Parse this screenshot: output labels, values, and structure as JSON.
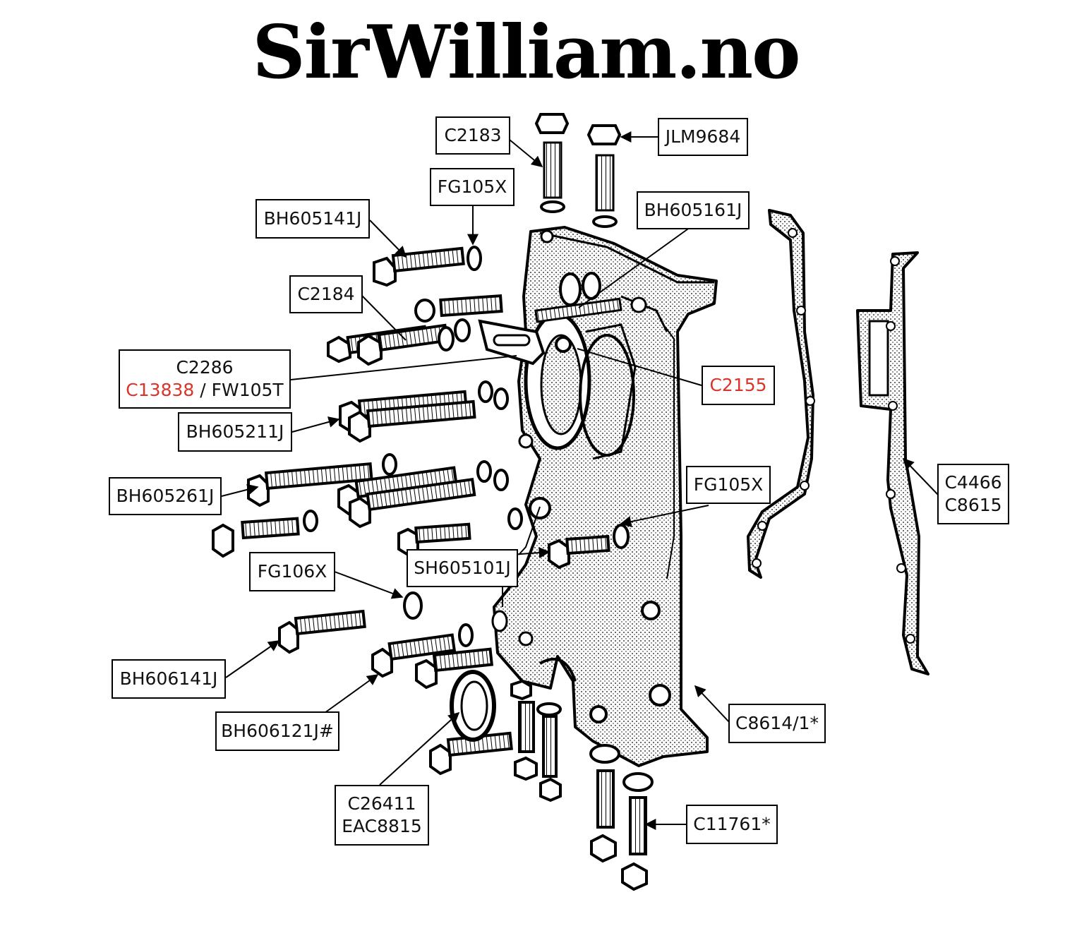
{
  "title": "SirWilliam.no",
  "colors": {
    "line": "#000000",
    "highlight": "#d9352a",
    "part_fill": "#f2f2f2"
  },
  "labels": {
    "c2183": "C2183",
    "jlm9684": "JLM9684",
    "fg105x_top": "FG105X",
    "bh605141j": "BH605141J",
    "bh605161j": "BH605161J",
    "c2184": "C2184",
    "c2286": "C2286",
    "c13838": "C13838",
    "fw105t": " / FW105T",
    "c2155": "C2155",
    "bh605211j": "BH605211J",
    "bh605261j": "BH605261J",
    "fg105x_mid": "FG105X",
    "c4466": "C4466",
    "c8615": "C8615",
    "sh605101j": "SH605101J",
    "fg106x": "FG106X",
    "bh606141j": "BH606141J",
    "bh606121j": "BH606121J#",
    "c8614": "C8614/1*",
    "c26411": "C26411",
    "eac8815": "EAC8815",
    "c11761": "C11761*"
  }
}
